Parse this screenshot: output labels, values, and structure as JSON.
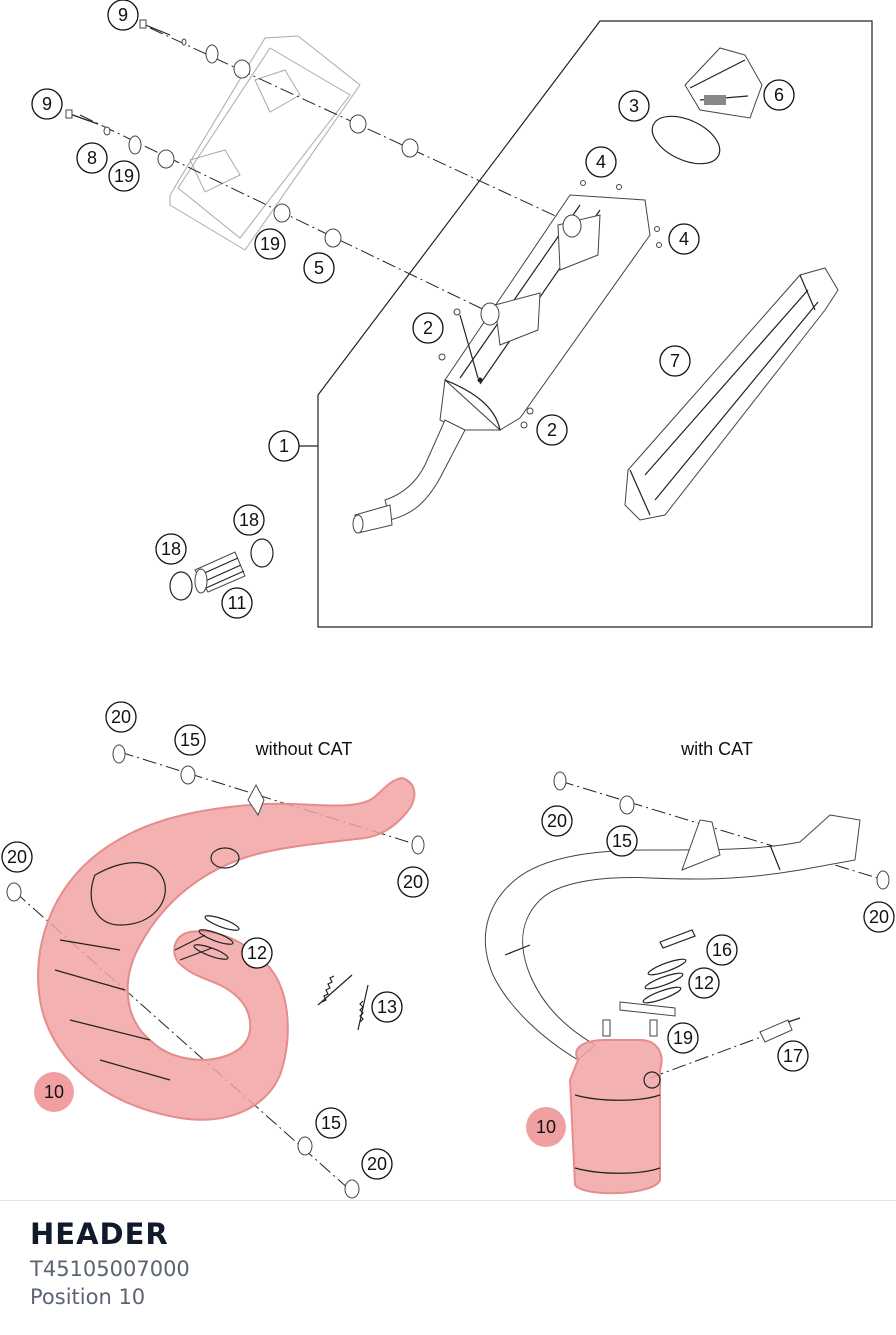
{
  "diagram": {
    "group_labels": {
      "without_cat": "without CAT",
      "with_cat": "with CAT"
    },
    "callouts": {
      "c9a": "9",
      "c9b": "9",
      "c8": "8",
      "c19a": "19",
      "c19b": "19",
      "c5": "5",
      "c3": "3",
      "c6": "6",
      "c4a": "4",
      "c4b": "4",
      "c2a": "2",
      "c2b": "2",
      "c7": "7",
      "c1": "1",
      "c18a": "18",
      "c18b": "18",
      "c11": "11",
      "c20a": "20",
      "c15a": "15",
      "c20b": "20",
      "c20c": "20",
      "c12a": "12",
      "c13": "13",
      "c10a": "10",
      "c15b": "15",
      "c20d": "20",
      "c20e": "20",
      "c15c": "15",
      "c20f": "20",
      "c16": "16",
      "c12b": "12",
      "c19c": "19",
      "c17": "17",
      "c10b": "10"
    },
    "highlight_color": "#f0a0a0"
  },
  "footer": {
    "title": "HEADER",
    "part_number": "T45105007000",
    "position": "Position 10"
  }
}
